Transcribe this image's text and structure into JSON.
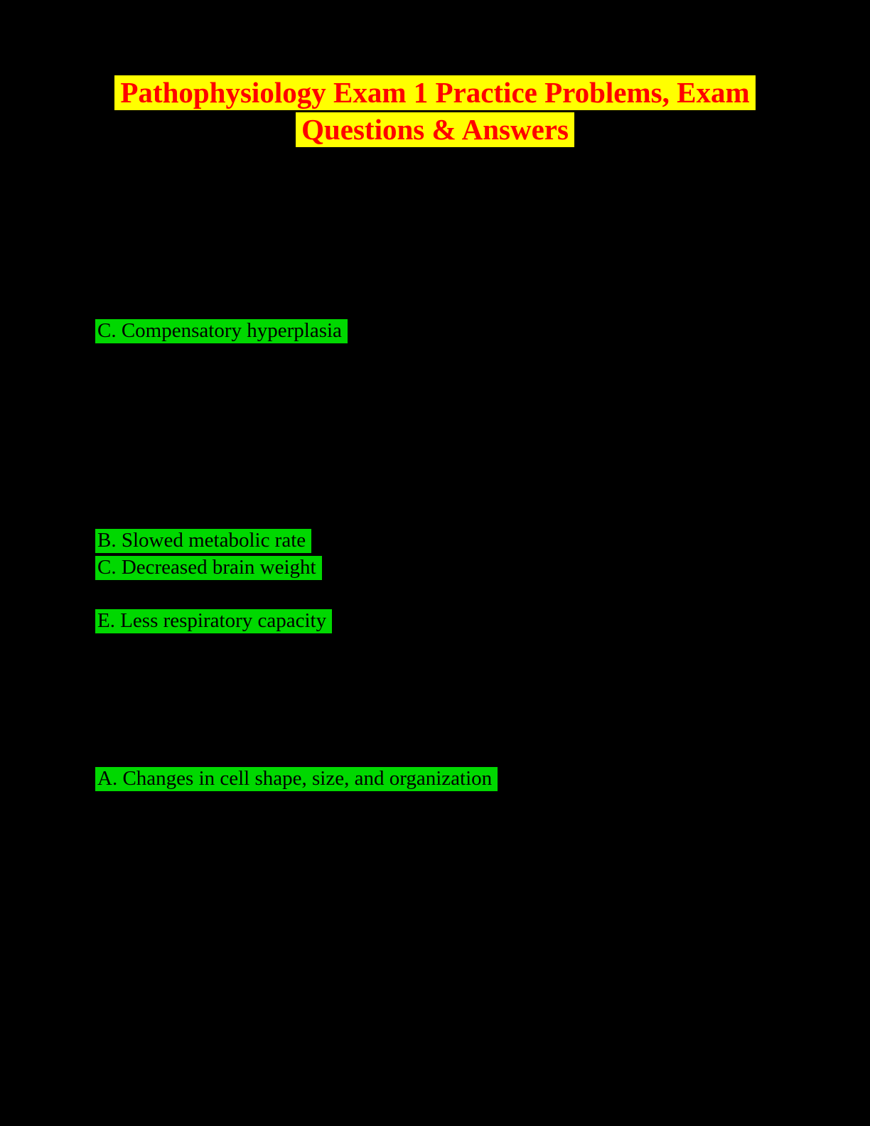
{
  "page": {
    "kind": "exam-study-document",
    "colors": {
      "page_background": "#000000",
      "title_text": "#fe0000",
      "title_highlight": "#ffff00",
      "answer_text": "#000000",
      "answer_highlight": "#00d800"
    },
    "title": {
      "line1": "Pathophysiology Exam 1 Practice Problems, Exam",
      "line2": "Questions & Answers"
    },
    "highlighted_answers": [
      {
        "text": "C. Compensatory hyperplasia"
      },
      {
        "text": "B. Slowed metabolic rate"
      },
      {
        "text": "C. Decreased brain weight"
      },
      {
        "text": "E. Less respiratory capacity"
      },
      {
        "text": "A. Changes in cell shape, size, and organization"
      }
    ]
  }
}
